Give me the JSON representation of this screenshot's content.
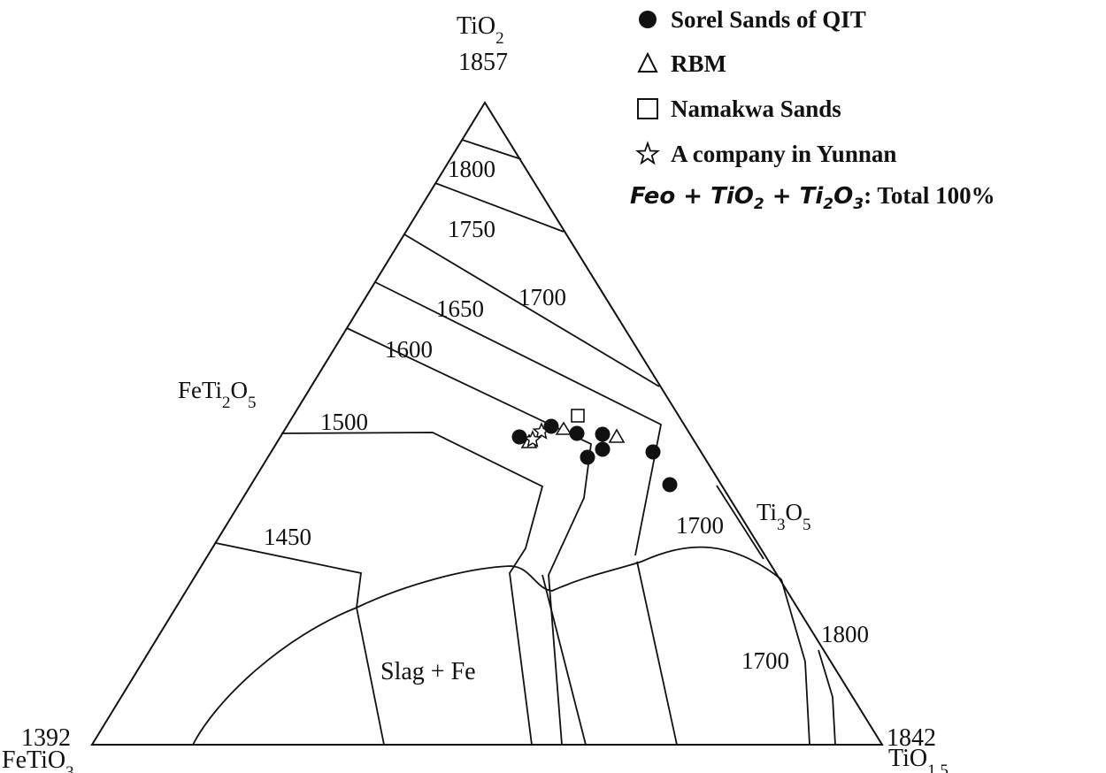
{
  "vertices": {
    "top": {
      "formula": "TiO",
      "sub": "2",
      "temp": "1857"
    },
    "left": {
      "formula": "FeTiO",
      "sub": "3",
      "temp": "1392"
    },
    "right": {
      "formula": "TiO",
      "sub": "1.5",
      "temp": "1842"
    }
  },
  "phase_labels": {
    "feti2o5": {
      "a": "FeTi",
      "b": "2",
      "c": "O",
      "d": "5"
    },
    "ti3o5": {
      "a": "Ti",
      "b": "3",
      "c": "O",
      "d": "5"
    },
    "slag_fe": "Slag + Fe"
  },
  "isotherms": [
    "1800",
    "1750",
    "1700",
    "1650",
    "1600",
    "1500",
    "1450",
    "1700",
    "1800",
    "1700"
  ],
  "legend": {
    "items": [
      {
        "symbol": "filled-circle",
        "label": "Sorel Sands of QIT"
      },
      {
        "symbol": "open-triangle",
        "label": "RBM"
      },
      {
        "symbol": "open-square",
        "label": "Namakwa Sands"
      },
      {
        "symbol": "open-star",
        "label": "A company in Yunnan"
      }
    ],
    "formula": {
      "feo": "Feo",
      "plus": " + ",
      "tio2_a": "TiO",
      "tio2_sub": "2",
      "ti2o3_a": "Ti",
      "ti2o3_sub1": "2",
      "ti2o3_b": "O",
      "ti2o3_sub2": "3",
      "total": ": Total 100%"
    }
  }
}
